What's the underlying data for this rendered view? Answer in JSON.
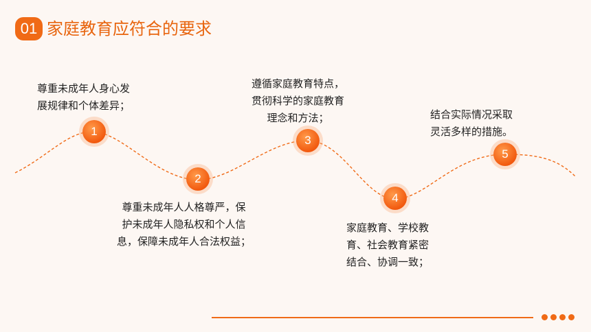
{
  "header": {
    "number": "01",
    "title": "家庭教育应符合的要求"
  },
  "steps": [
    {
      "marker": "1",
      "lines": [
        "尊重未成年人身心发",
        "展规律和个体差异；"
      ]
    },
    {
      "marker": "2",
      "lines": [
        "尊重未成年人人格尊严，保",
        "护未成年人隐私权和个人信",
        "息，保障未成年人合法权益；"
      ]
    },
    {
      "marker": "3",
      "lines": [
        "遵循家庭教育特点，",
        "贯彻科学的家庭教育",
        "理念和方法；"
      ]
    },
    {
      "marker": "4",
      "lines": [
        "家庭教育、学校教",
        "育、社会教育紧密",
        "结合、协调一致；"
      ]
    },
    {
      "marker": "5",
      "lines": [
        "结合实际情况采取",
        "灵活多样的措施。"
      ]
    }
  ],
  "colors": {
    "accent": "#f06a16",
    "text": "#222222",
    "background": "#fdf7f3"
  }
}
